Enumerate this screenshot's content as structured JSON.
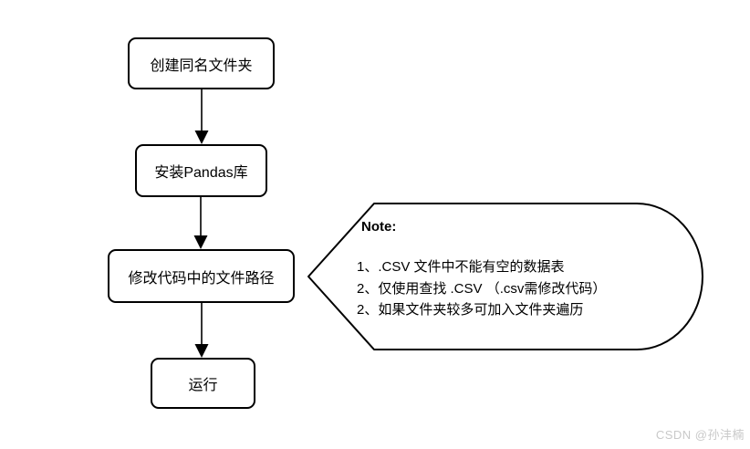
{
  "flowchart": {
    "nodes": [
      {
        "id": "create-folder",
        "label": "创建同名文件夹"
      },
      {
        "id": "install-pandas",
        "label": "安装Pandas库"
      },
      {
        "id": "modify-path",
        "label": "修改代码中的文件路径"
      },
      {
        "id": "run",
        "label": "运行"
      }
    ],
    "connections": [
      "create-folder -> install-pandas",
      "install-pandas -> modify-path",
      "modify-path -> run"
    ]
  },
  "callout": {
    "title": "Note:",
    "lines": [
      "1、.CSV 文件中不能有空的数据表",
      "2、仅使用查找 .CSV （.csv需修改代码）",
      "2、如果文件夹较多可加入文件夹遍历"
    ]
  },
  "watermark": "CSDN @孙沣楠",
  "colors": {
    "stroke": "#000000",
    "fill": "#ffffff",
    "watermark": "#c9c9c9"
  }
}
